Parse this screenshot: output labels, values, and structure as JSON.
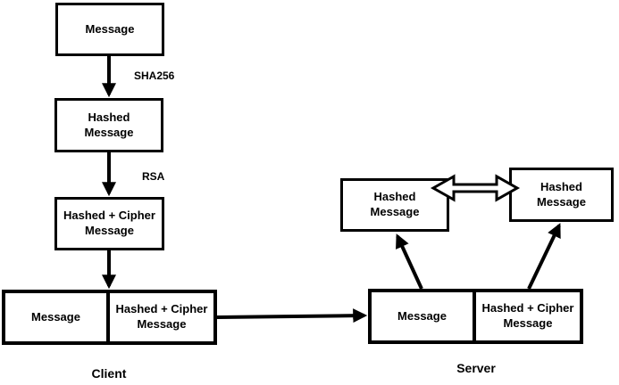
{
  "colors": {
    "stroke": "#000000",
    "background": "#ffffff",
    "box_fill": "#ffffff"
  },
  "client": {
    "section_label": "Client",
    "message_box": "Message",
    "hashed_message_box": "Hashed\nMessage",
    "hashed_cipher_box": "Hashed + Cipher\nMessage",
    "hash_edge_label": "SHA256",
    "encrypt_edge_label": "RSA",
    "combined": {
      "left": "Message",
      "right": "Hashed + Cipher\nMessage"
    }
  },
  "server": {
    "section_label": "Server",
    "combined": {
      "left": "Message",
      "right": "Hashed + Cipher\nMessage"
    },
    "computed_hash_box": "Hashed\nMessage",
    "decrypted_hash_box": "Hashed\nMessage"
  }
}
